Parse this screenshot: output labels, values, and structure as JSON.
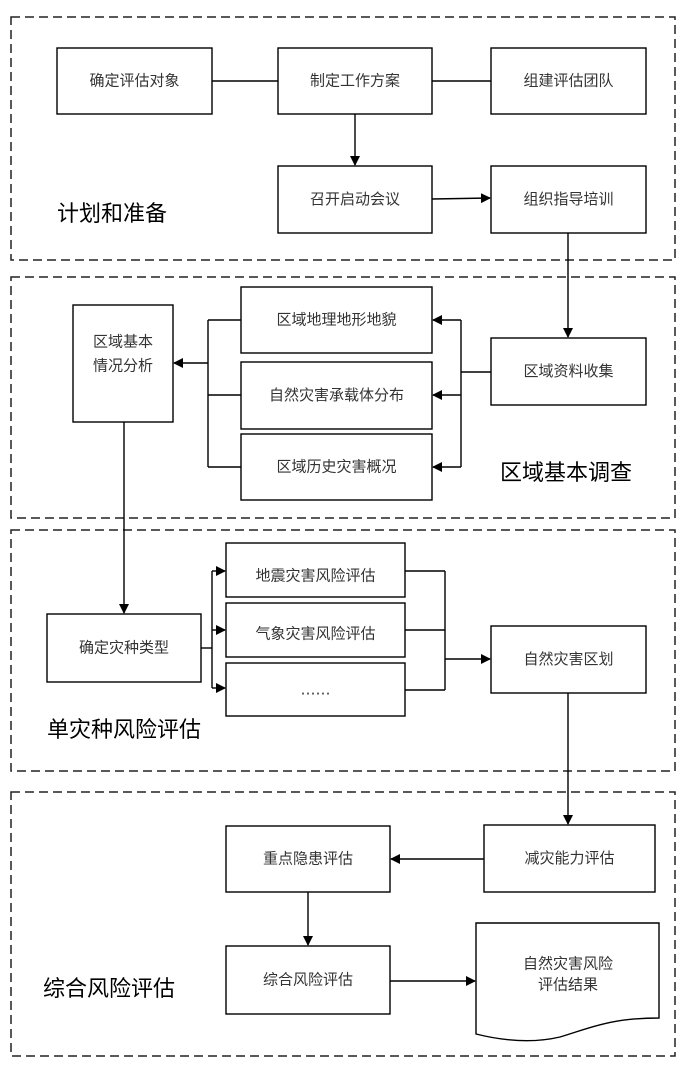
{
  "sections": {
    "plan": {
      "label": "计划和准备",
      "nodes": [
        "确定评估对象",
        "制定工作方案",
        "组建评估团队",
        "召开启动会议",
        "组织指导培训"
      ]
    },
    "survey": {
      "label": "区域基本调查",
      "nodes": [
        "区域资料收集",
        "区域地理地形地貌",
        "自然灾害承载体分布",
        "区域历史灾害概况",
        "区域基本",
        "情况分析"
      ]
    },
    "single": {
      "label": "单灾种风险评估",
      "nodes": [
        "确定灾种类型",
        "地震灾害风险评估",
        "气象灾害风险评估",
        "……",
        "自然灾害区划"
      ]
    },
    "overall": {
      "label": "综合风险评估",
      "nodes": [
        "减灾能力评估",
        "重点隐患评估",
        "综合风险评估",
        "自然灾害风险",
        "评估结果"
      ]
    }
  }
}
